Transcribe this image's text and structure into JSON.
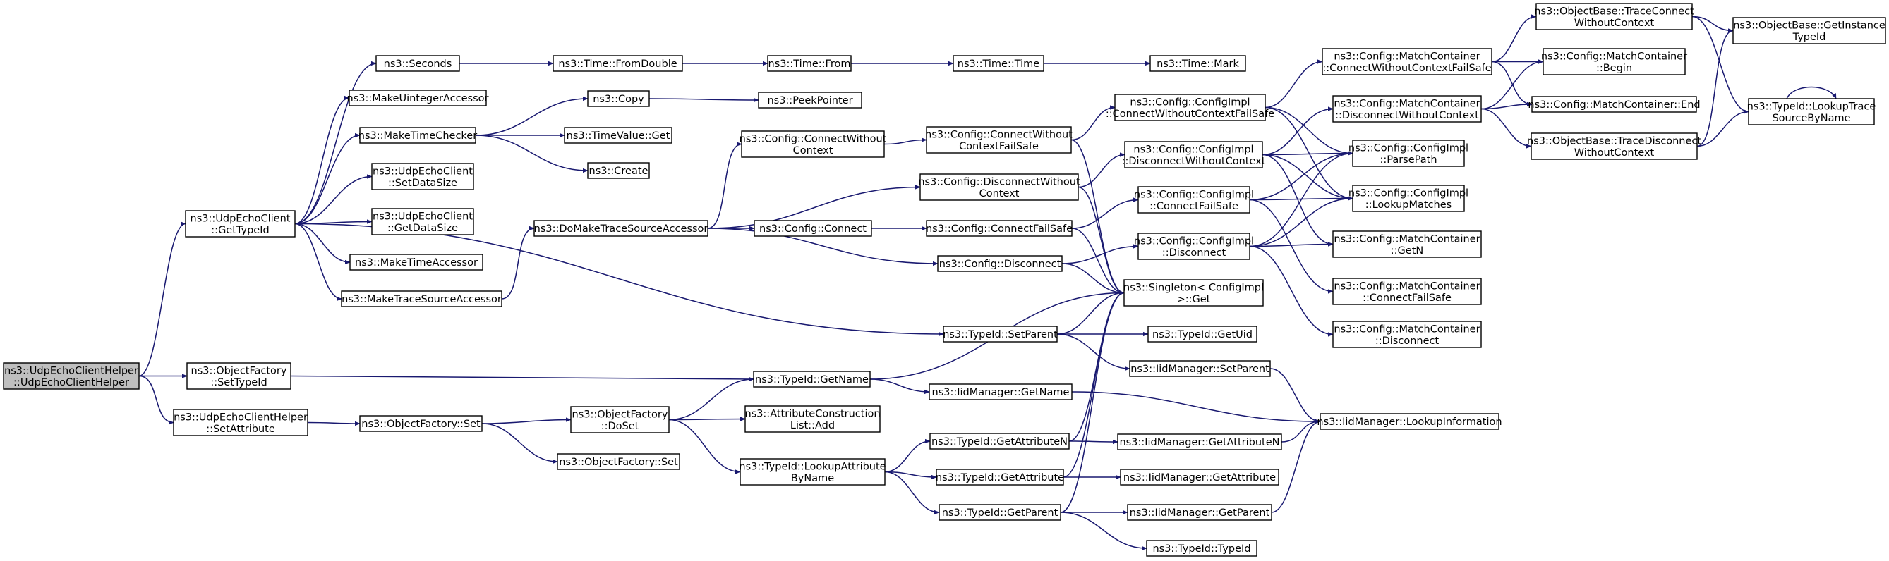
{
  "diagram": {
    "type": "call-graph",
    "edge_color": "#191970",
    "root_fill": "#bfbfbf",
    "nodes": [
      {
        "id": "root",
        "lines": [
          "ns3::UdpEchoClientHelper",
          "::UdpEchoClientHelper"
        ]
      },
      {
        "id": "getTypeId",
        "lines": [
          "ns3::UdpEchoClient",
          "::GetTypeId"
        ]
      },
      {
        "id": "ofSetTypeId",
        "lines": [
          "ns3::ObjectFactory",
          "::SetTypeId"
        ]
      },
      {
        "id": "setAttribute",
        "lines": [
          "ns3::UdpEchoClientHelper",
          "::SetAttribute"
        ]
      },
      {
        "id": "seconds",
        "lines": [
          "ns3::Seconds"
        ]
      },
      {
        "id": "makeUint",
        "lines": [
          "ns3::MakeUintegerAccessor"
        ]
      },
      {
        "id": "makeTimeChecker",
        "lines": [
          "ns3::MakeTimeChecker"
        ]
      },
      {
        "id": "setDataSize",
        "lines": [
          "ns3::UdpEchoClient",
          "::SetDataSize"
        ]
      },
      {
        "id": "getDataSize",
        "lines": [
          "ns3::UdpEchoClient",
          "::GetDataSize"
        ]
      },
      {
        "id": "makeTimeAccessor",
        "lines": [
          "ns3::MakeTimeAccessor"
        ]
      },
      {
        "id": "makeTraceSrc",
        "lines": [
          "ns3::MakeTraceSourceAccessor"
        ]
      },
      {
        "id": "ofSet",
        "lines": [
          "ns3::ObjectFactory::Set"
        ]
      },
      {
        "id": "fromDouble",
        "lines": [
          "ns3::Time::FromDouble"
        ]
      },
      {
        "id": "copy",
        "lines": [
          "ns3::Copy"
        ]
      },
      {
        "id": "timeValueGet",
        "lines": [
          "ns3::TimeValue::Get"
        ]
      },
      {
        "id": "create",
        "lines": [
          "ns3::Create"
        ]
      },
      {
        "id": "doMakeTrace",
        "lines": [
          "ns3::DoMakeTraceSourceAccessor"
        ]
      },
      {
        "id": "typeIdGetName",
        "lines": [
          "ns3::TypeId::GetName"
        ]
      },
      {
        "id": "ofDoSet",
        "lines": [
          "ns3::ObjectFactory",
          "::DoSet"
        ]
      },
      {
        "id": "ofSet2",
        "lines": [
          "ns3::ObjectFactory::Set"
        ]
      },
      {
        "id": "timeFrom",
        "lines": [
          "ns3::Time::From"
        ]
      },
      {
        "id": "peekPointer",
        "lines": [
          "ns3::PeekPointer"
        ]
      },
      {
        "id": "cfgConnectWithout",
        "lines": [
          "ns3::Config::ConnectWithout",
          "Context"
        ]
      },
      {
        "id": "cfgConnect",
        "lines": [
          "ns3::Config::Connect"
        ]
      },
      {
        "id": "attrConsAdd",
        "lines": [
          "ns3::AttributeConstruction",
          "List::Add"
        ]
      },
      {
        "id": "lookupAttrByName",
        "lines": [
          "ns3::TypeId::LookupAttribute",
          "ByName"
        ]
      },
      {
        "id": "timeTime",
        "lines": [
          "ns3::Time::Time"
        ]
      },
      {
        "id": "cfgConnWOCFailSafe",
        "lines": [
          "ns3::Config::ConnectWithout",
          "ContextFailSafe"
        ]
      },
      {
        "id": "cfgDisconnWOC",
        "lines": [
          "ns3::Config::DisconnectWithout",
          "Context"
        ]
      },
      {
        "id": "cfgConnFailSafe",
        "lines": [
          "ns3::Config::ConnectFailSafe"
        ]
      },
      {
        "id": "cfgDisconnect",
        "lines": [
          "ns3::Config::Disconnect"
        ]
      },
      {
        "id": "setParent",
        "lines": [
          "ns3::TypeId::SetParent"
        ]
      },
      {
        "id": "iidGetName",
        "lines": [
          "ns3::IidManager::GetName"
        ]
      },
      {
        "id": "getAttributeN",
        "lines": [
          "ns3::TypeId::GetAttributeN"
        ]
      },
      {
        "id": "getAttribute",
        "lines": [
          "ns3::TypeId::GetAttribute"
        ]
      },
      {
        "id": "getParent",
        "lines": [
          "ns3::TypeId::GetParent"
        ]
      },
      {
        "id": "timeMark",
        "lines": [
          "ns3::Time::Mark"
        ]
      },
      {
        "id": "ciConnWOCFailSafe",
        "lines": [
          "ns3::Config::ConfigImpl",
          "::ConnectWithoutContextFailSafe"
        ]
      },
      {
        "id": "ciDisconnWOC",
        "lines": [
          "ns3::Config::ConfigImpl",
          "::DisconnectWithoutContext"
        ]
      },
      {
        "id": "ciConnFailSafe",
        "lines": [
          "ns3::Config::ConfigImpl",
          "::ConnectFailSafe"
        ]
      },
      {
        "id": "ciDisconnect",
        "lines": [
          "ns3::Config::ConfigImpl",
          "::Disconnect"
        ]
      },
      {
        "id": "singletonGet",
        "lines": [
          "ns3::Singleton< ConfigImpl",
          " >::Get"
        ]
      },
      {
        "id": "getUid",
        "lines": [
          "ns3::TypeId::GetUid"
        ]
      },
      {
        "id": "iidSetParent",
        "lines": [
          "ns3::IidManager::SetParent"
        ]
      },
      {
        "id": "iidGetAttrN",
        "lines": [
          "ns3::IidManager::GetAttributeN"
        ]
      },
      {
        "id": "iidGetAttr",
        "lines": [
          "ns3::IidManager::GetAttribute"
        ]
      },
      {
        "id": "iidGetParent",
        "lines": [
          "ns3::IidManager::GetParent"
        ]
      },
      {
        "id": "typeIdTypeId",
        "lines": [
          "ns3::TypeId::TypeId"
        ]
      },
      {
        "id": "mcConnWOCFailSafe",
        "lines": [
          "ns3::Config::MatchContainer",
          "::ConnectWithoutContextFailSafe"
        ]
      },
      {
        "id": "mcDisconnWOC",
        "lines": [
          "ns3::Config::MatchContainer",
          "::DisconnectWithoutContext"
        ]
      },
      {
        "id": "ciParsePath",
        "lines": [
          "ns3::Config::ConfigImpl",
          "::ParsePath"
        ]
      },
      {
        "id": "ciLookupMatches",
        "lines": [
          "ns3::Config::ConfigImpl",
          "::LookupMatches"
        ]
      },
      {
        "id": "mcGetN",
        "lines": [
          "ns3::Config::MatchContainer",
          "::GetN"
        ]
      },
      {
        "id": "mcConnFailSafe",
        "lines": [
          "ns3::Config::MatchContainer",
          "::ConnectFailSafe"
        ]
      },
      {
        "id": "mcDisconnect",
        "lines": [
          "ns3::Config::MatchContainer",
          "::Disconnect"
        ]
      },
      {
        "id": "iidLookupInfo",
        "lines": [
          "ns3::IidManager::LookupInformation"
        ]
      },
      {
        "id": "obTraceConnWOC",
        "lines": [
          "ns3::ObjectBase::TraceConnect",
          "WithoutContext"
        ]
      },
      {
        "id": "mcBegin",
        "lines": [
          "ns3::Config::MatchContainer",
          "::Begin"
        ]
      },
      {
        "id": "mcEnd",
        "lines": [
          "ns3::Config::MatchContainer::End"
        ]
      },
      {
        "id": "obTraceDisconnWOC",
        "lines": [
          "ns3::ObjectBase::TraceDisconnect",
          "WithoutContext"
        ]
      },
      {
        "id": "obGetInstanceTypeId",
        "lines": [
          "ns3::ObjectBase::GetInstance",
          "TypeId"
        ]
      },
      {
        "id": "lookupTraceSrc",
        "lines": [
          "ns3::TypeId::LookupTrace",
          "SourceByName"
        ]
      }
    ],
    "edges": [
      [
        "root",
        "getTypeId"
      ],
      [
        "root",
        "ofSetTypeId"
      ],
      [
        "root",
        "setAttribute"
      ],
      [
        "getTypeId",
        "seconds"
      ],
      [
        "getTypeId",
        "makeUint"
      ],
      [
        "getTypeId",
        "makeTimeChecker"
      ],
      [
        "getTypeId",
        "setDataSize"
      ],
      [
        "getTypeId",
        "getDataSize"
      ],
      [
        "getTypeId",
        "makeTimeAccessor"
      ],
      [
        "getTypeId",
        "makeTraceSrc"
      ],
      [
        "getTypeId",
        "setParent"
      ],
      [
        "seconds",
        "fromDouble"
      ],
      [
        "fromDouble",
        "timeFrom"
      ],
      [
        "timeFrom",
        "timeTime"
      ],
      [
        "timeTime",
        "timeMark"
      ],
      [
        "makeTimeChecker",
        "copy"
      ],
      [
        "makeTimeChecker",
        "timeValueGet"
      ],
      [
        "makeTimeChecker",
        "create"
      ],
      [
        "copy",
        "peekPointer"
      ],
      [
        "makeTraceSrc",
        "doMakeTrace"
      ],
      [
        "doMakeTrace",
        "cfgConnectWithout"
      ],
      [
        "doMakeTrace",
        "cfgDisconnWOC"
      ],
      [
        "doMakeTrace",
        "cfgConnect"
      ],
      [
        "doMakeTrace",
        "cfgDisconnect"
      ],
      [
        "cfgConnectWithout",
        "cfgConnWOCFailSafe"
      ],
      [
        "cfgConnect",
        "cfgConnFailSafe"
      ],
      [
        "cfgConnWOCFailSafe",
        "ciConnWOCFailSafe"
      ],
      [
        "cfgConnWOCFailSafe",
        "singletonGet"
      ],
      [
        "cfgDisconnWOC",
        "ciDisconnWOC"
      ],
      [
        "cfgDisconnWOC",
        "singletonGet"
      ],
      [
        "cfgConnFailSafe",
        "ciConnFailSafe"
      ],
      [
        "cfgConnFailSafe",
        "singletonGet"
      ],
      [
        "cfgDisconnect",
        "ciDisconnect"
      ],
      [
        "cfgDisconnect",
        "singletonGet"
      ],
      [
        "ciConnWOCFailSafe",
        "mcConnWOCFailSafe"
      ],
      [
        "ciConnWOCFailSafe",
        "ciParsePath"
      ],
      [
        "ciConnWOCFailSafe",
        "ciLookupMatches"
      ],
      [
        "ciDisconnWOC",
        "mcDisconnWOC"
      ],
      [
        "ciDisconnWOC",
        "ciParsePath"
      ],
      [
        "ciDisconnWOC",
        "ciLookupMatches"
      ],
      [
        "ciDisconnWOC",
        "mcGetN"
      ],
      [
        "ciConnFailSafe",
        "ciParsePath"
      ],
      [
        "ciConnFailSafe",
        "ciLookupMatches"
      ],
      [
        "ciConnFailSafe",
        "mcConnFailSafe"
      ],
      [
        "ciDisconnect",
        "ciParsePath"
      ],
      [
        "ciDisconnect",
        "ciLookupMatches"
      ],
      [
        "ciDisconnect",
        "mcGetN"
      ],
      [
        "ciDisconnect",
        "mcDisconnect"
      ],
      [
        "mcConnWOCFailSafe",
        "obTraceConnWOC"
      ],
      [
        "mcConnWOCFailSafe",
        "mcBegin"
      ],
      [
        "mcConnWOCFailSafe",
        "mcEnd"
      ],
      [
        "mcDisconnWOC",
        "mcBegin"
      ],
      [
        "mcDisconnWOC",
        "mcEnd"
      ],
      [
        "mcDisconnWOC",
        "obTraceDisconnWOC"
      ],
      [
        "obTraceConnWOC",
        "obGetInstanceTypeId"
      ],
      [
        "obTraceConnWOC",
        "lookupTraceSrc"
      ],
      [
        "obTraceDisconnWOC",
        "obGetInstanceTypeId"
      ],
      [
        "obTraceDisconnWOC",
        "lookupTraceSrc"
      ],
      [
        "lookupTraceSrc",
        "lookupTraceSrc"
      ],
      [
        "ofSetTypeId",
        "typeIdGetName"
      ],
      [
        "setAttribute",
        "ofSet"
      ],
      [
        "ofSet",
        "ofDoSet"
      ],
      [
        "ofSet",
        "ofSet2"
      ],
      [
        "ofDoSet",
        "typeIdGetName"
      ],
      [
        "ofDoSet",
        "attrConsAdd"
      ],
      [
        "ofDoSet",
        "lookupAttrByName"
      ],
      [
        "typeIdGetName",
        "singletonGet"
      ],
      [
        "typeIdGetName",
        "iidGetName"
      ],
      [
        "lookupAttrByName",
        "getAttributeN"
      ],
      [
        "lookupAttrByName",
        "getAttribute"
      ],
      [
        "lookupAttrByName",
        "getParent"
      ],
      [
        "setParent",
        "singletonGet"
      ],
      [
        "setParent",
        "getUid"
      ],
      [
        "setParent",
        "iidSetParent"
      ],
      [
        "getAttributeN",
        "singletonGet"
      ],
      [
        "getAttributeN",
        "iidGetAttrN"
      ],
      [
        "getAttribute",
        "singletonGet"
      ],
      [
        "getAttribute",
        "iidGetAttr"
      ],
      [
        "getParent",
        "singletonGet"
      ],
      [
        "getParent",
        "iidGetParent"
      ],
      [
        "getParent",
        "typeIdTypeId"
      ],
      [
        "iidGetName",
        "iidLookupInfo"
      ],
      [
        "iidSetParent",
        "iidLookupInfo"
      ],
      [
        "iidGetAttrN",
        "iidLookupInfo"
      ],
      [
        "iidGetParent",
        "iidLookupInfo"
      ]
    ]
  }
}
